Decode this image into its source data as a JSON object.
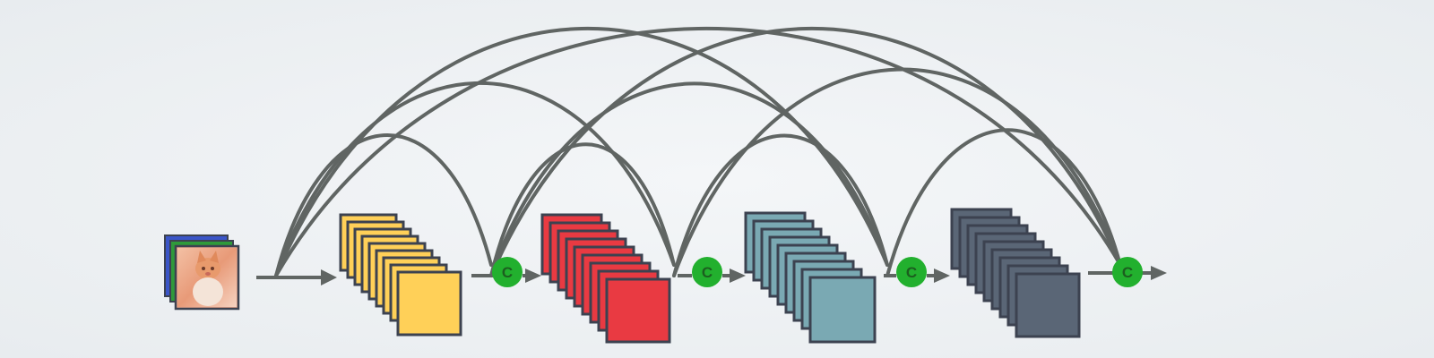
{
  "input_image": {
    "icon": "cat-photo-icon",
    "channel_colors": [
      "#3a55c8",
      "#2f9a3a",
      "#e8a58a"
    ]
  },
  "dense_blocks": [
    {
      "name": "block-1",
      "color": "#ffd058",
      "layers": 9
    },
    {
      "name": "block-2",
      "color": "#e93a42",
      "layers": 9
    },
    {
      "name": "block-3",
      "color": "#7aa9b3",
      "layers": 9
    },
    {
      "name": "block-4",
      "color": "#5a6676",
      "layers": 9
    }
  ],
  "concat_nodes": [
    {
      "name": "concat-1",
      "label": "C"
    },
    {
      "name": "concat-2",
      "label": "C"
    },
    {
      "name": "concat-3",
      "label": "C"
    },
    {
      "name": "concat-4",
      "label": "C"
    }
  ],
  "skip_connections": [
    {
      "from": "input",
      "to": "concat-1"
    },
    {
      "from": "input",
      "to": "concat-2"
    },
    {
      "from": "input",
      "to": "concat-3"
    },
    {
      "from": "input",
      "to": "concat-4"
    },
    {
      "from": "concat-1",
      "to": "concat-2"
    },
    {
      "from": "concat-1",
      "to": "concat-3"
    },
    {
      "from": "concat-1",
      "to": "concat-4"
    },
    {
      "from": "concat-2",
      "to": "concat-3"
    },
    {
      "from": "concat-2",
      "to": "concat-4"
    },
    {
      "from": "concat-3",
      "to": "concat-4"
    }
  ],
  "colors": {
    "edge": "#606563",
    "concat": "#22b02e",
    "concat_text": "#1c5e1f",
    "outline": "#3c4250"
  }
}
